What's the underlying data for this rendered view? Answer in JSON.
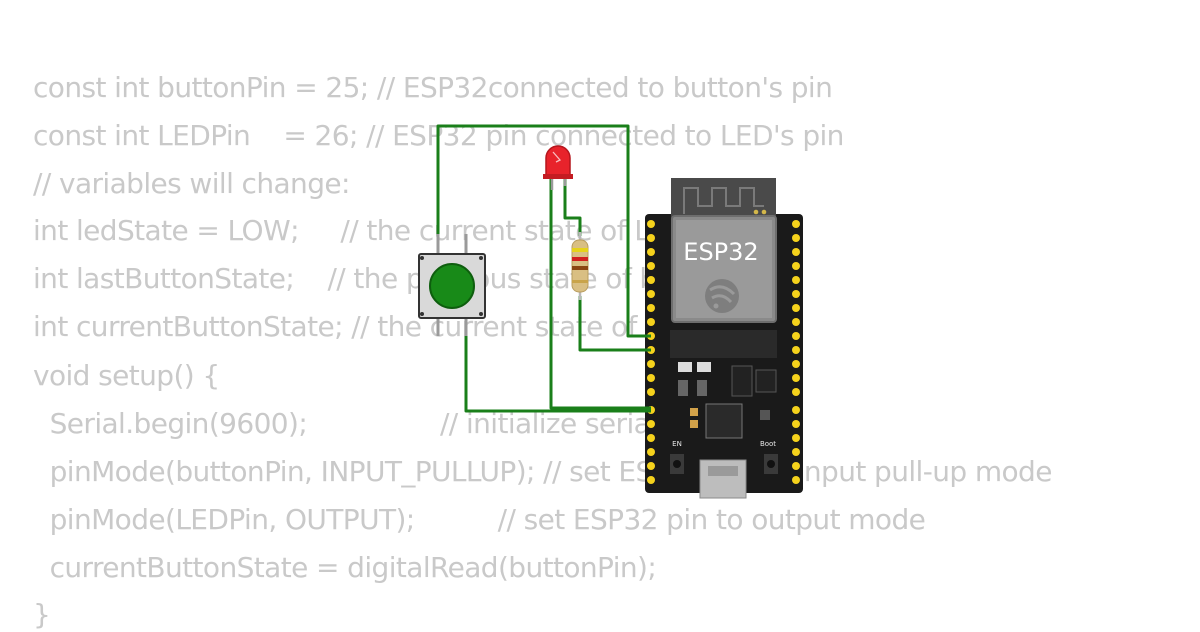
{
  "code": {
    "lines": [
      "const int buttonPin = 25; // ESP32connected to button's pin",
      "const int LEDPin    = 26; // ESP32 pin connected to LED's pin",
      "// variables will change:",
      "int ledState = LOW;     // the current state of LED",
      "int lastButtonState;    // the previous state of button",
      "int currentButtonState; // the current state of button",
      "void setup() {",
      "  Serial.begin(9600);                // initialize serial",
      "  pinMode(buttonPin, INPUT_PULLUP); // set ESP32 pin to input pull-up mode",
      "  pinMode(LEDPin, OUTPUT);          // set ESP32 pin to output mode",
      "  currentButtonState = digitalRead(buttonPin);",
      "}"
    ]
  },
  "board": {
    "label": "ESP32",
    "en_label": "EN",
    "boot_label": "Boot"
  },
  "colors": {
    "code_text": "#c9c9c9",
    "wire": "#1a7f1a",
    "board": "#1a1a1a",
    "pin": "#f5d21c",
    "button_cap": "#188a18",
    "led": "#e8232b"
  }
}
